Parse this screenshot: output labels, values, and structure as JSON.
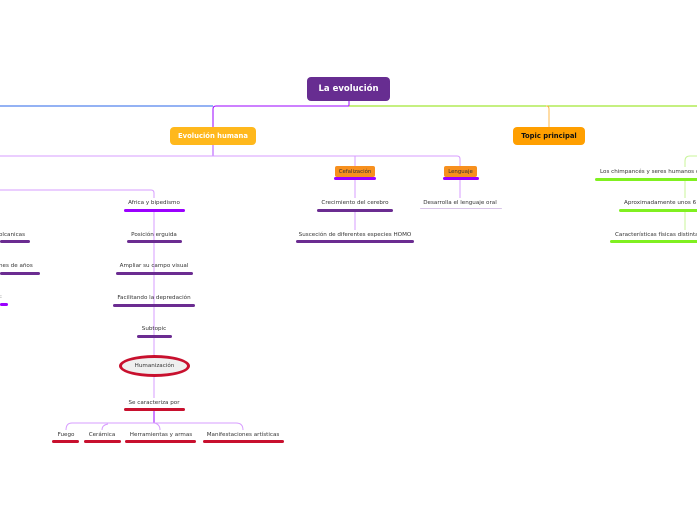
{
  "root": {
    "label": "La evolución",
    "color": "#672d91"
  },
  "main_topics": [
    {
      "label": "Evolución humana",
      "color": "#ffb81c"
    },
    {
      "label": "Topic principal",
      "color": "#ff9f00"
    }
  ],
  "left_partial": [
    "olcanicas",
    "nes de años",
    ":"
  ],
  "africa_branch": [
    "Africa y bipedismo",
    "Posición erguida",
    "Ampliar su campo visual",
    "Facilitando la depredación",
    "Subtopic"
  ],
  "humanizacion": {
    "label": "Humanización",
    "child": "Se caracteriza por",
    "items": [
      "Fuego",
      "Cerámica",
      "Herramientas y armas",
      "Manifestaciones artísticas"
    ]
  },
  "cefalizacion": {
    "label": "Cefalización",
    "items": [
      "Crecimiento del cerebro",
      "Susceción de diferentes especies HOMO"
    ]
  },
  "lenguaje": {
    "label": "Lenguaje",
    "items": [
      "Desarrolla el lenguaje oral"
    ]
  },
  "topic_principal_items": [
    "Los chimpancés y seres humanos c",
    "Aproximadamente unos 6",
    "Características físicas distinta"
  ]
}
